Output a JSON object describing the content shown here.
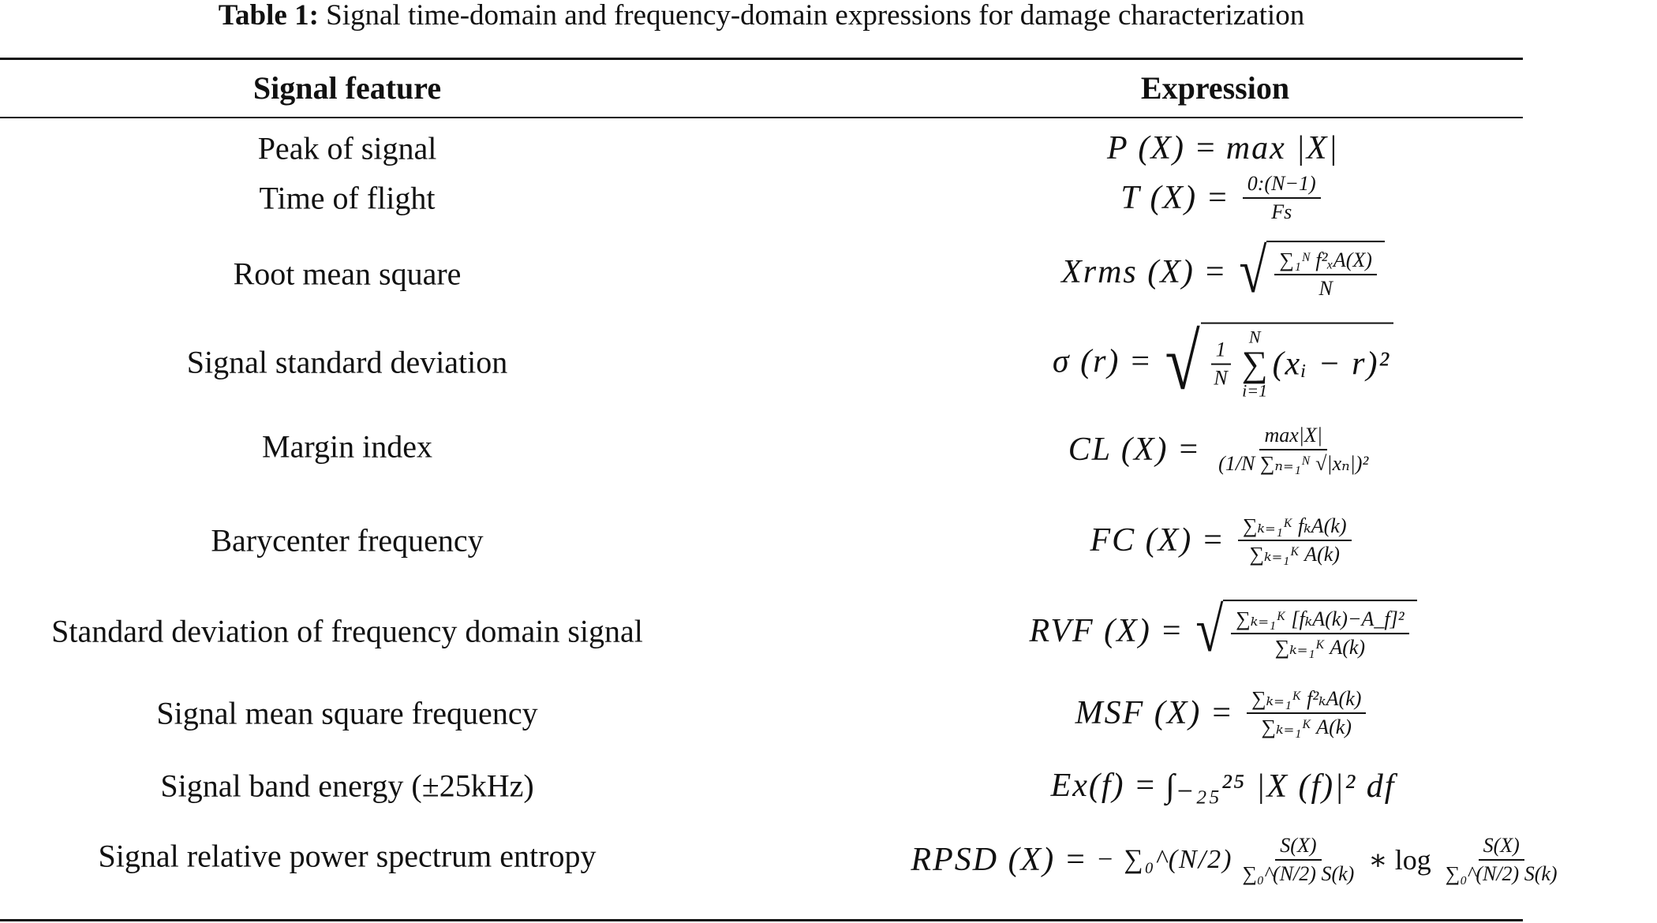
{
  "caption": {
    "label": "Table 1:",
    "text": "Signal time-domain and frequency-domain expressions for damage characterization"
  },
  "table": {
    "headers": [
      "Signal feature",
      "Expression"
    ],
    "rows": [
      {
        "feature": "Peak of signal",
        "lhs": "P (X)",
        "rhs": "max |X|"
      },
      {
        "feature": "Time of flight",
        "lhs": "T (X)",
        "num": "0:(N−1)",
        "den": "Fs"
      },
      {
        "feature": "Root mean square",
        "lhs": "Xrms (X)",
        "num": "∑₁ᴺ f²ₓA(X)",
        "den": "N"
      },
      {
        "feature": "Signal standard deviation",
        "lhs": "σ (r)",
        "body": "(xᵢ − r)²",
        "sum_top": "N",
        "sum_bot": "i=1",
        "pre": "1/N"
      },
      {
        "feature": "Margin index",
        "lhs": "CL (X)",
        "num": "max|X|",
        "den": "(1/N ∑ₙ₌₁ᴺ √|xₙ|)²"
      },
      {
        "feature": "Barycenter frequency",
        "lhs": "FC (X)",
        "num": "∑ₖ₌₁ᴷ fₖA(k)",
        "den": "∑ₖ₌₁ᴷ A(k)"
      },
      {
        "feature": "Standard deviation of frequency domain signal",
        "lhs": "RVF (X)",
        "num": "∑ₖ₌₁ᴷ [fₖA(k)−A_f]²",
        "den": "∑ₖ₌₁ᴷ A(k)"
      },
      {
        "feature": "Signal mean square frequency",
        "lhs": "MSF (X)",
        "num": "∑ₖ₌₁ᴷ f²ₖA(k)",
        "den": "∑ₖ₌₁ᴷ A(k)"
      },
      {
        "feature": "Signal band energy (±25kHz)",
        "lhs": "Ex(f)",
        "rhs": "∫₋₂₅²⁵ |X (f)|² df"
      },
      {
        "feature": "Signal relative power spectrum entropy",
        "lhs": "RPSD (X)",
        "rhs_pre": "− ∑₀^(N/2)",
        "num": "S(X)",
        "den": "∑₀^(N/2) S(k)",
        "mid": "∗ log",
        "num2": "S(X)",
        "den2": "∑₀^(N/2) S(k)"
      }
    ]
  }
}
